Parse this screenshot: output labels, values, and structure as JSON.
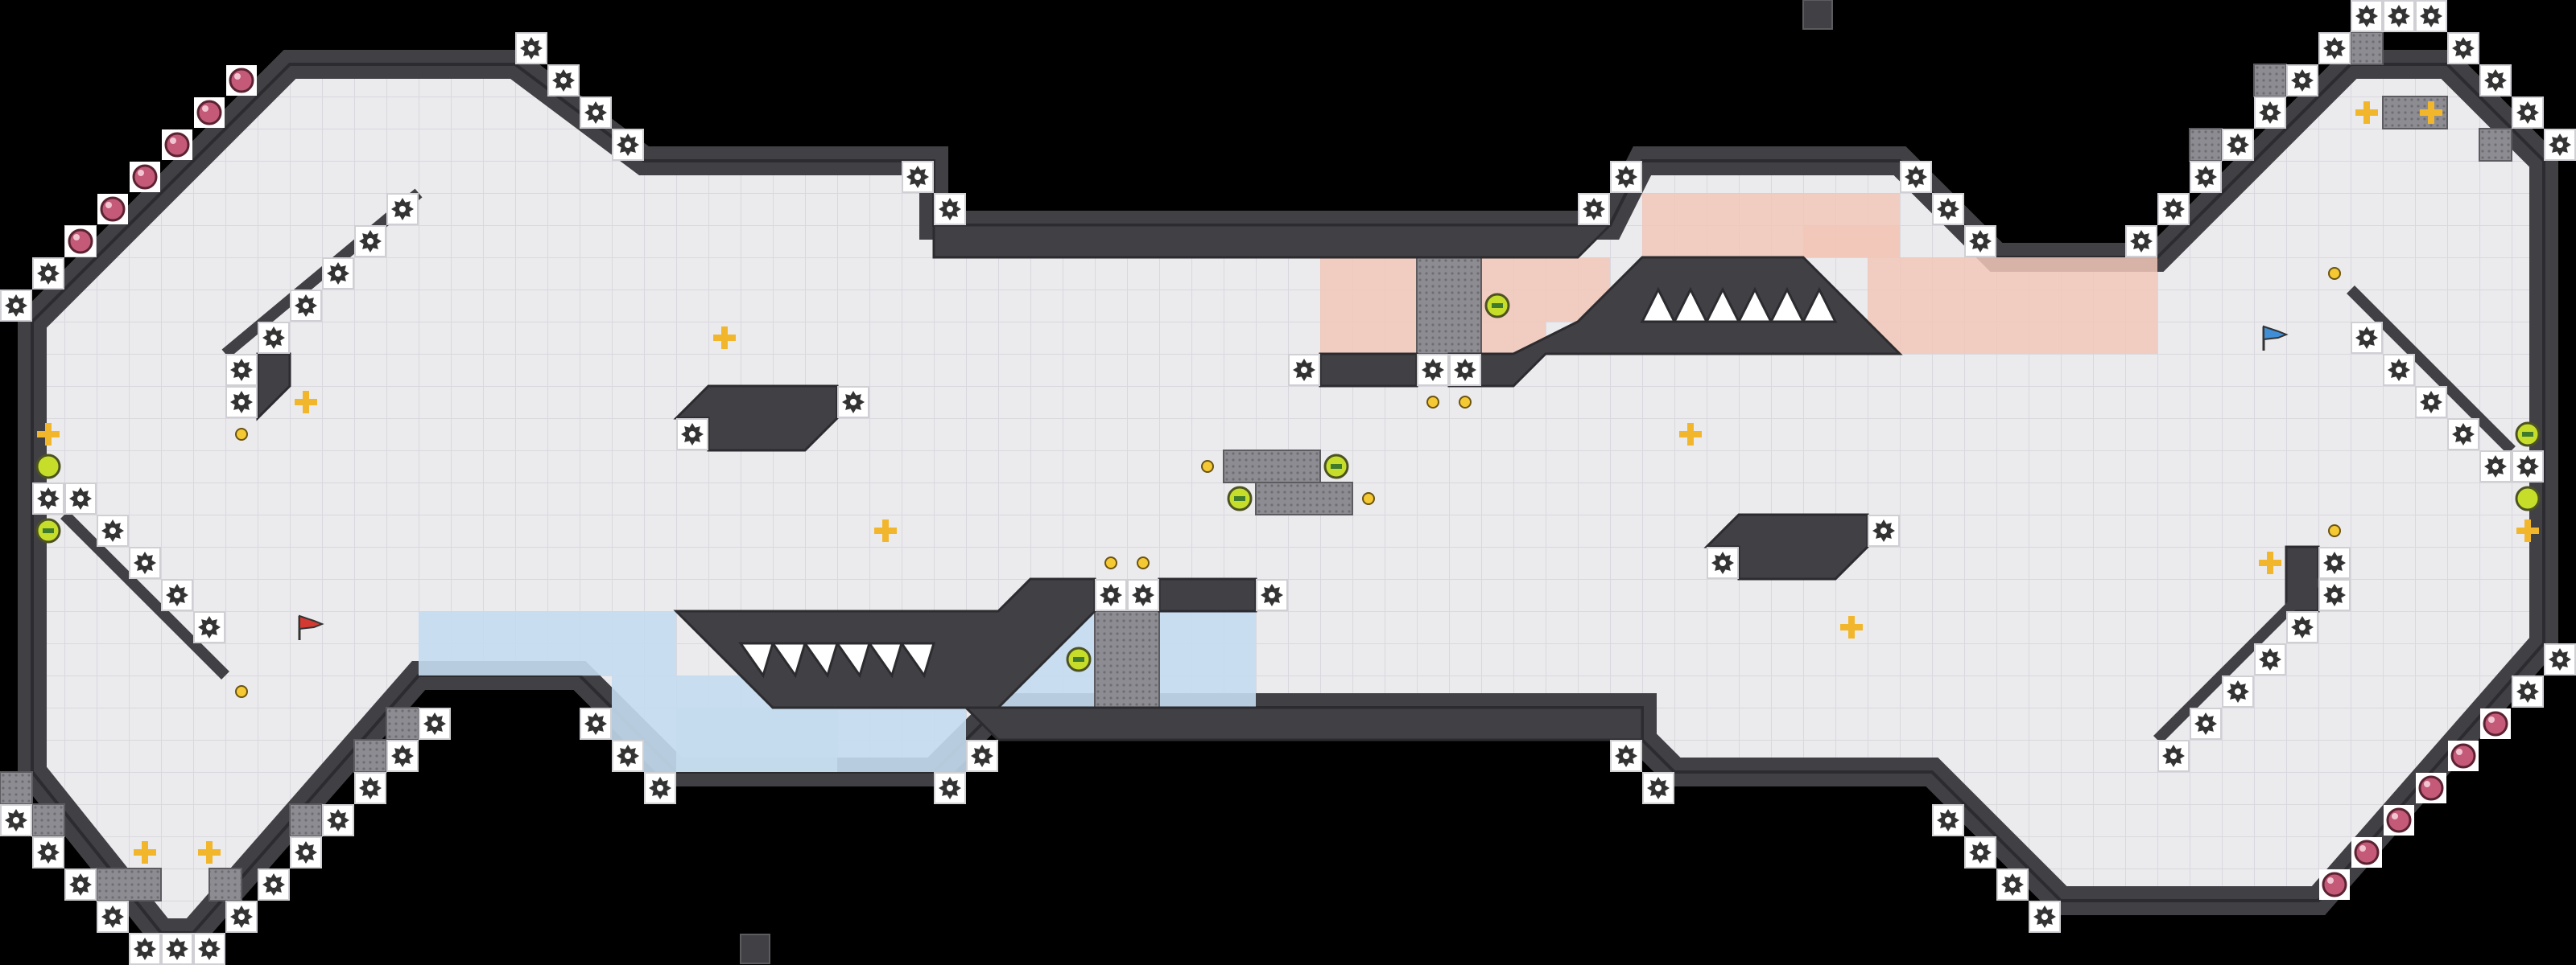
{
  "title": "Level Map",
  "colors": {
    "background": "#000000",
    "floor": "#ebebee",
    "grid": "#d8d8de",
    "wall": "#414145",
    "wall_edge": "#2c2c30",
    "metal": "#8c8c92",
    "red_zone": "#f2c7b8",
    "blue_zone": "#c4dcee",
    "saw_bg": "#ffffff",
    "saw": "#333333",
    "gem": "#c45a78",
    "plus": "#f2b62c",
    "coin": "#f4c934",
    "lime": "#c6de2a",
    "lime_dim": "#c9cfc0",
    "red_flag": "#d23a32",
    "blue_flag": "#3f8ed6"
  },
  "icons": {
    "saw": "sawblade-icon",
    "plus": "plus-bonus-icon",
    "coin": "coin-icon",
    "gem": "gem-icon",
    "switch": "switch-icon",
    "red_flag": "red-flag-icon",
    "blue_flag": "blue-flag-icon"
  },
  "entities": {
    "red_flag_team": "red",
    "blue_flag_team": "blue"
  }
}
